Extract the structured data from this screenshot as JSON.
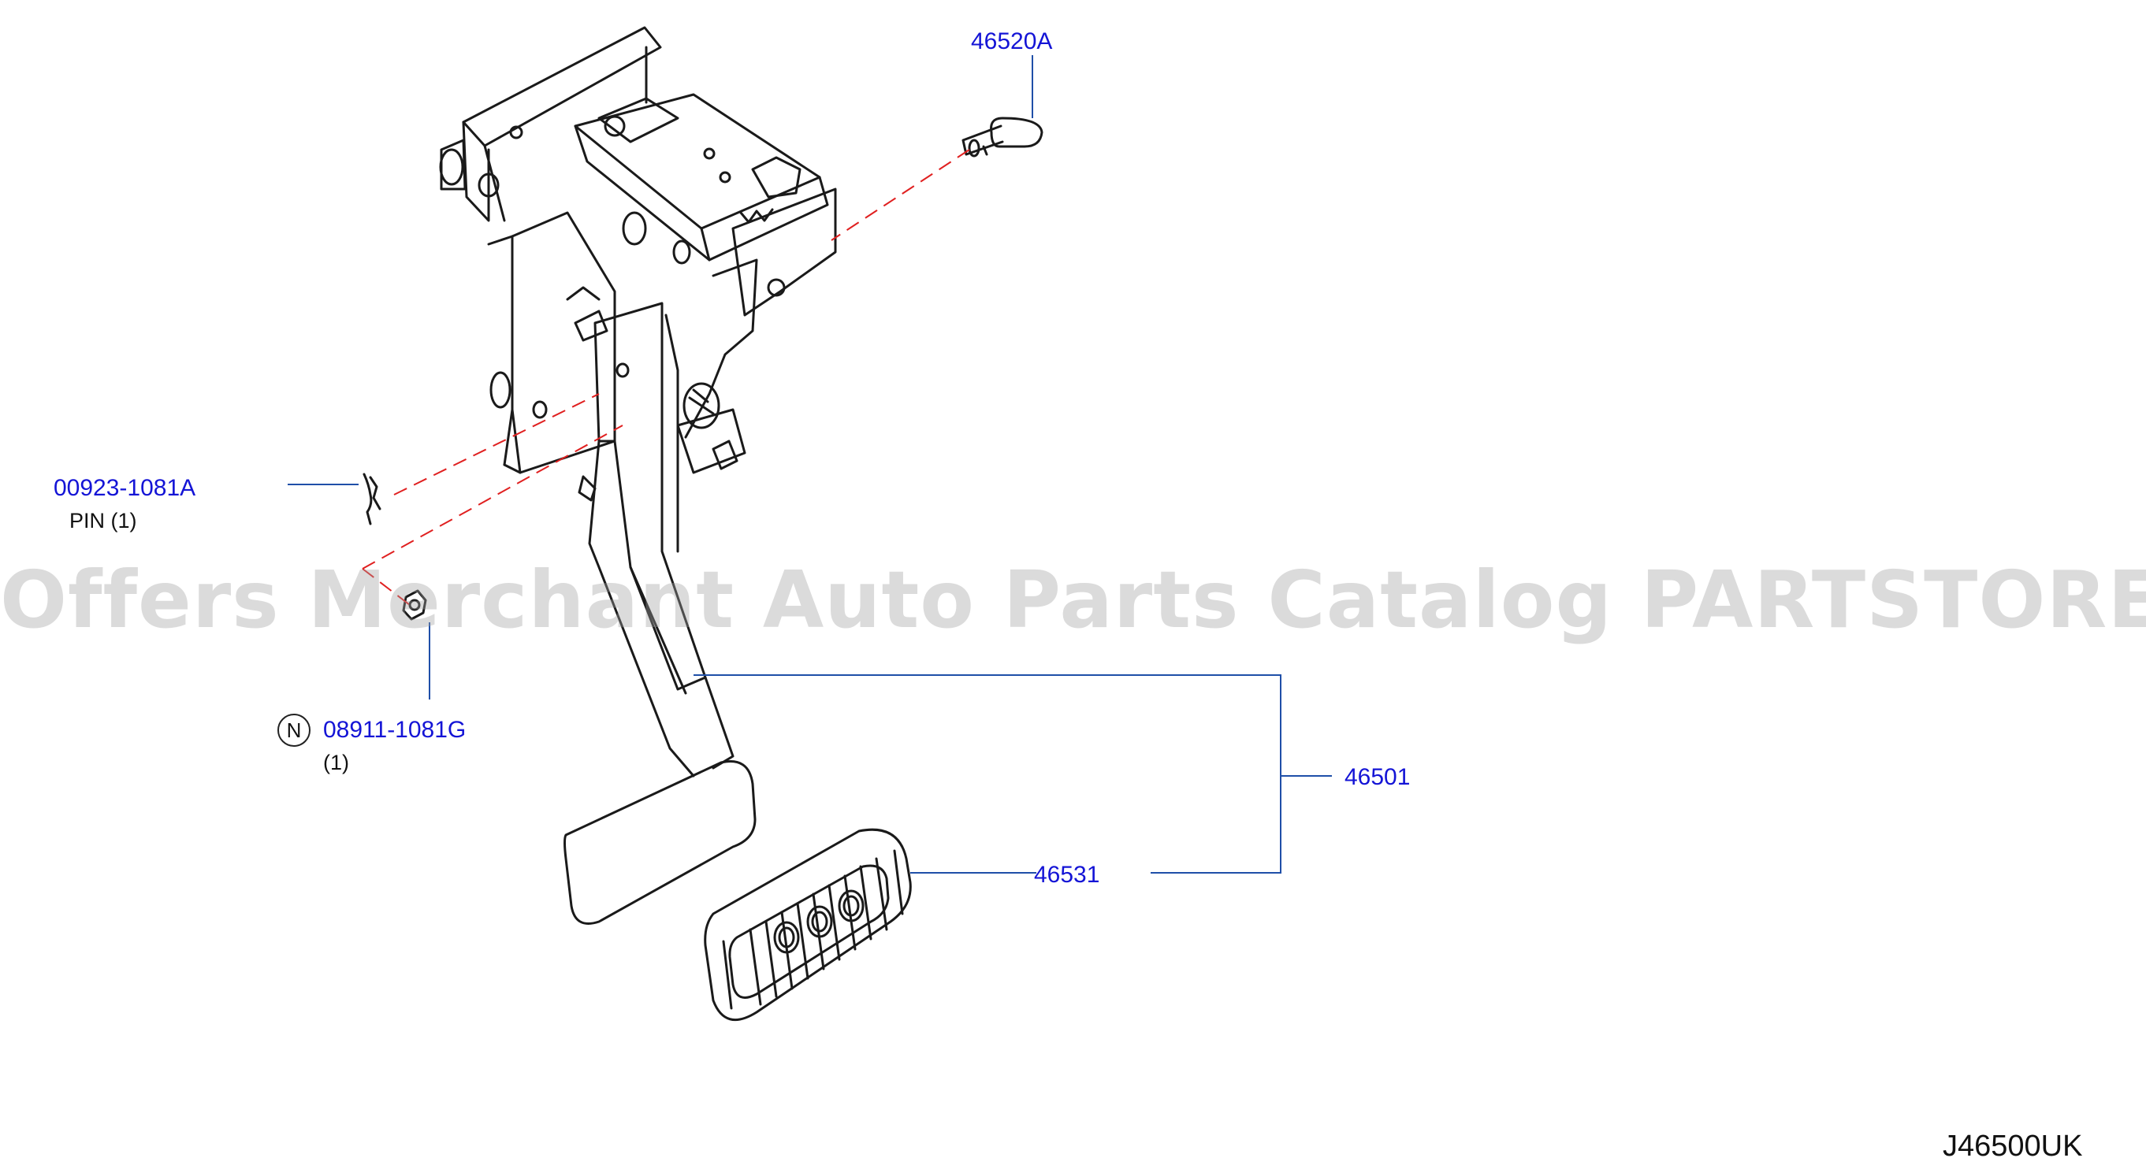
{
  "colors": {
    "label": "#1414d6",
    "leader": "#1f4fa8",
    "centerline": "#e02020",
    "outline": "#1a1a1a",
    "watermark": "#a0a0a0"
  },
  "watermark": "Offers Merchant Auto Parts Catalog PARTSTORE.SA",
  "diagram_code": "J46500UK",
  "parts": {
    "bolt": {
      "number": "46520A",
      "icon": "clevis-pin-bolt-icon"
    },
    "pin": {
      "number": "00923-1081A",
      "desc": "PIN  (1)",
      "icon": "snap-pin-icon"
    },
    "nut": {
      "marker": "N",
      "number": "08911-1081G",
      "qty": "(1)",
      "icon": "hex-nut-icon"
    },
    "pedal_assy": {
      "number": "46501",
      "icon": "brake-pedal-assembly-icon"
    },
    "pad": {
      "number": "46531",
      "icon": "pedal-pad-icon"
    }
  }
}
